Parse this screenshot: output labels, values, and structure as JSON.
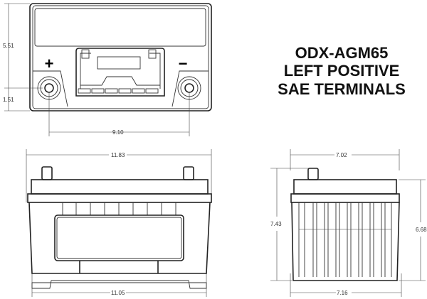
{
  "title": {
    "lines": [
      "ODX-AGM65",
      "LEFT POSITIVE",
      "SAE TERMINALS"
    ]
  },
  "top_view": {
    "height_label": "5.51",
    "terminal_height_label": "1.51",
    "terminal_spacing_label": "9.10",
    "positive_symbol": "+",
    "negative_symbol": "−"
  },
  "front_view": {
    "top_length_label": "11.83",
    "bottom_length_label": "11.05"
  },
  "side_view": {
    "top_width_label": "7.02",
    "bottom_width_label": "7.16",
    "total_height_label": "7.43",
    "case_height_label": "6.68"
  }
}
